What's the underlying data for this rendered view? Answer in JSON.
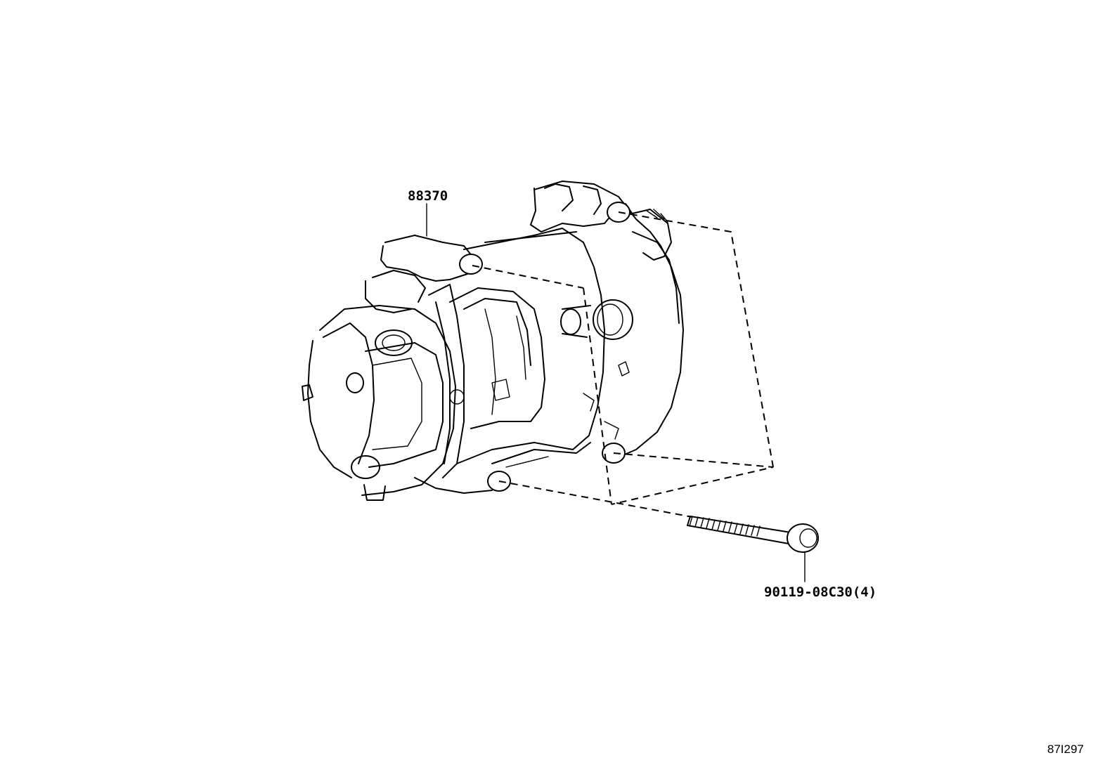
{
  "parts": [
    {
      "part_number": "88370",
      "name": ""
    },
    {
      "part_number": "90119-08C30(4)",
      "name": ""
    }
  ],
  "diagram_code": "87I297"
}
